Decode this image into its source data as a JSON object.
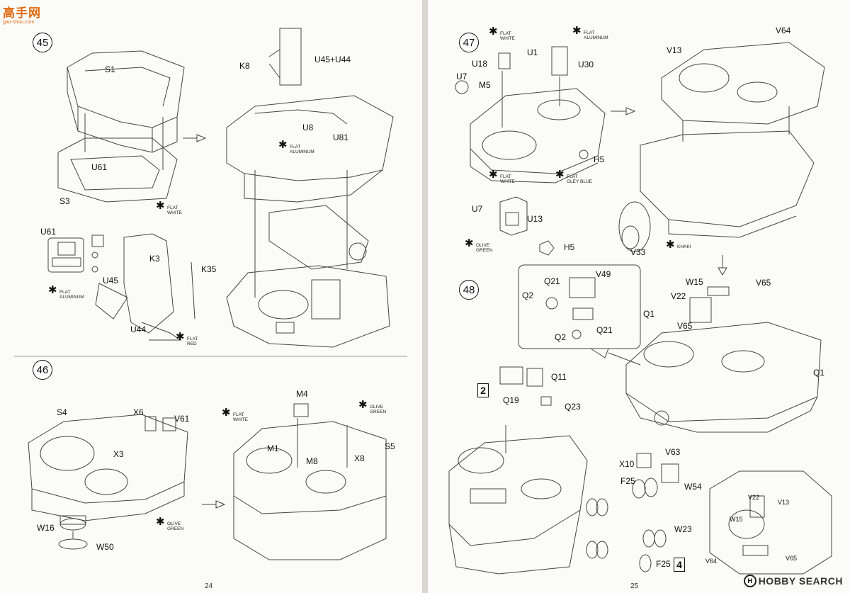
{
  "watermark_top": {
    "cn": "高手网",
    "url": "gao-shou.com"
  },
  "watermark_bottom": {
    "text": "HOBBY SEARCH"
  },
  "left_page": {
    "page_number": "24",
    "steps": [
      {
        "number": "45"
      },
      {
        "number": "46"
      }
    ],
    "labels": {
      "s1": "S1",
      "s3": "S3",
      "u61a": "U61",
      "u61b": "U61",
      "u45": "U45",
      "u44": "U44",
      "k3": "K3",
      "k35": "K35",
      "k8": "K8",
      "u45u44": "U45+U44",
      "u8": "U8",
      "u81": "U81",
      "s4": "S4",
      "x6": "X6",
      "v61": "V61",
      "x3": "X3",
      "w16": "W16",
      "w50": "W50",
      "m4": "M4",
      "m1": "M1",
      "m8": "M8",
      "x8": "X8",
      "s5": "S5"
    },
    "paints": {
      "flat_white_1": {
        "l1": "FLAT",
        "l2": "WHITE"
      },
      "flat_aluminum_1": {
        "l1": "FLAT",
        "l2": "ALUMINUM"
      },
      "flat_aluminum_2": {
        "l1": "FLAT",
        "l2": "ALUMINUM"
      },
      "flat_red": {
        "l1": "FLAT",
        "l2": "RED"
      },
      "olive_green_1": {
        "l1": "OLIVE",
        "l2": "GREEN"
      },
      "flat_white_2": {
        "l1": "FLAT",
        "l2": "WHITE"
      },
      "olive_green_2": {
        "l1": "OLIVE",
        "l2": "GREEN"
      }
    }
  },
  "right_page": {
    "page_number": "25",
    "steps": [
      {
        "number": "47"
      },
      {
        "number": "48"
      }
    ],
    "labels": {
      "u1": "U1",
      "u18": "U18",
      "u7a": "U7",
      "m5": "M5",
      "u30": "U30",
      "h5a": "H5",
      "u7b": "U7",
      "u13": "U13",
      "h5b": "H5",
      "v13a": "V13",
      "v64a": "V64",
      "v33": "V33",
      "v49": "V49",
      "q21a": "Q21",
      "q2a": "Q2",
      "q21b": "Q21",
      "q2b": "Q2",
      "w15a": "W15",
      "v65a": "V65",
      "v22a": "V22",
      "q1a": "Q1",
      "v65b": "V65",
      "q1b": "Q1",
      "q11": "Q11",
      "q19": "Q19",
      "q23": "Q23",
      "x10": "X10",
      "v63": "V63",
      "f25a": "F25",
      "w54": "W54",
      "w23": "W23",
      "f25b": "F25",
      "v22b": "V22",
      "v13b": "V13",
      "w15b": "W15",
      "v64b": "V64",
      "v65c": "V65"
    },
    "box_numbers": {
      "b2": "2",
      "b4": "4"
    },
    "paints": {
      "flat_white_3": {
        "l1": "FLAT",
        "l2": "WHITE"
      },
      "flat_aluminum_3": {
        "l1": "FLAT",
        "l2": "ALUMINUM"
      },
      "flat_white_4": {
        "l1": "FLAT",
        "l2": "WHITE"
      },
      "flat_gley_blue": {
        "l1": "FLAT",
        "l2": "GLEY BLUE"
      },
      "olive_green_3": {
        "l1": "OLIVE",
        "l2": "GREEN"
      },
      "khaki": {
        "l1": "KHAKI",
        "l2": ""
      }
    }
  },
  "colors": {
    "line": "#333333",
    "paper": "#fbfbf9",
    "watermark": "#e06a10"
  }
}
